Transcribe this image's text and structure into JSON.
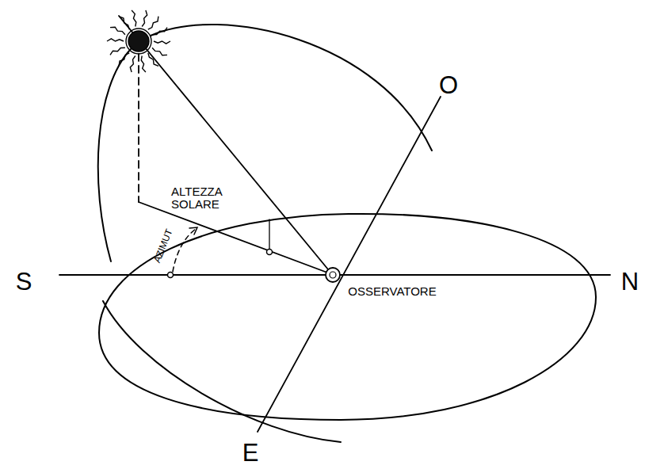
{
  "diagram": {
    "labels": [
      "O",
      "S",
      "N",
      "ALTEZZA SOLARE",
      "AZIMUT",
      "OSSERVATORE",
      "E"
    ]
  }
}
